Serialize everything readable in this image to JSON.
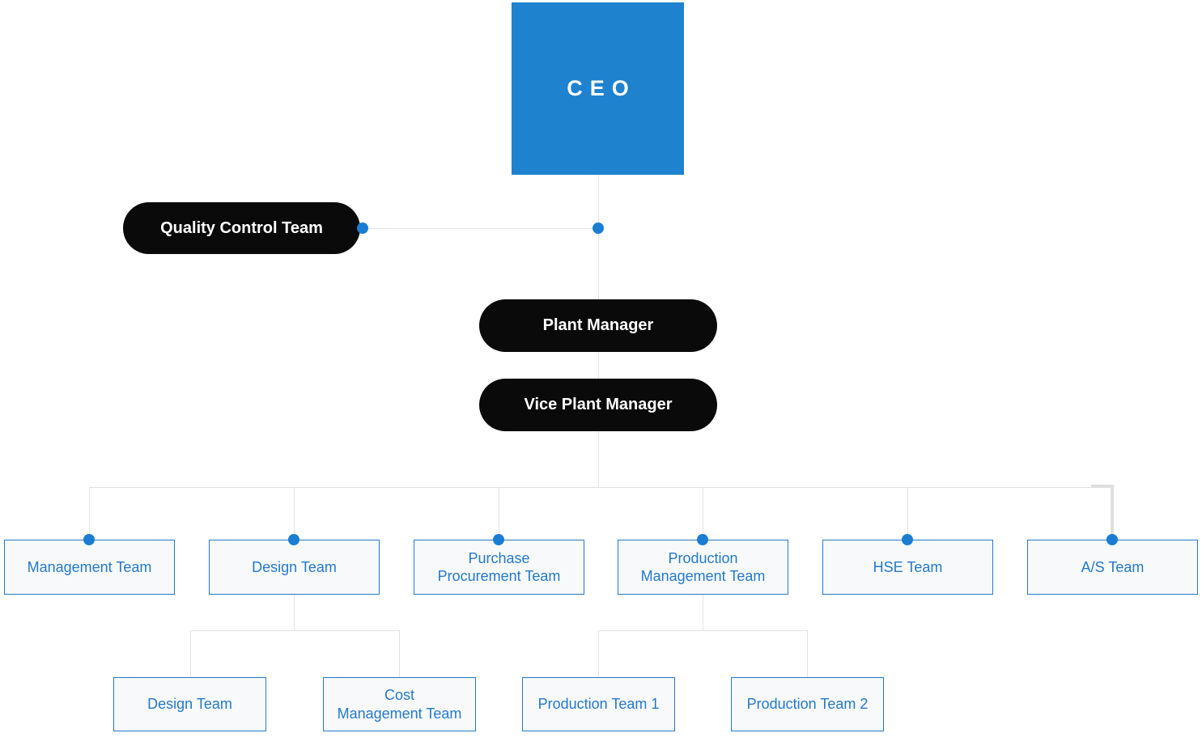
{
  "colors": {
    "accent_blue": "#1e82ce",
    "dot_blue": "#1a7dd2",
    "box_border_blue": "#2478cd",
    "box_text_blue": "#2379cd",
    "box_background": "#f8f9fa",
    "pill_black": "#0a0a0a",
    "line_gray": "#e2e2e2",
    "thick_line_gray": "#dedede"
  },
  "org": {
    "ceo": {
      "label": "CEO"
    },
    "quality_control": {
      "label": "Quality Control Team"
    },
    "plant_manager": {
      "label": "Plant Manager"
    },
    "vice_plant_manager": {
      "label": "Vice Plant Manager"
    },
    "teams": [
      {
        "label": "Management Team",
        "lines": [
          "Management Team"
        ]
      },
      {
        "label": "Design Team",
        "lines": [
          "Design Team"
        ]
      },
      {
        "label": "Purchase Procurement Team",
        "lines": [
          "Purchase",
          "Procurement Team"
        ]
      },
      {
        "label": "Production Management Team",
        "lines": [
          "Production",
          "Management Team"
        ]
      },
      {
        "label": "HSE Team",
        "lines": [
          "HSE Team"
        ]
      },
      {
        "label": "A/S Team",
        "lines": [
          "A/S Team"
        ]
      }
    ],
    "design_subteams": [
      {
        "label": "Design Team",
        "lines": [
          "Design Team"
        ]
      },
      {
        "label": "Cost Management Team",
        "lines": [
          "Cost",
          "Management Team"
        ]
      }
    ],
    "production_subteams": [
      {
        "label": "Production Team 1",
        "lines": [
          "Production Team 1"
        ]
      },
      {
        "label": "Production Team 2",
        "lines": [
          "Production Team 2"
        ]
      }
    ]
  }
}
